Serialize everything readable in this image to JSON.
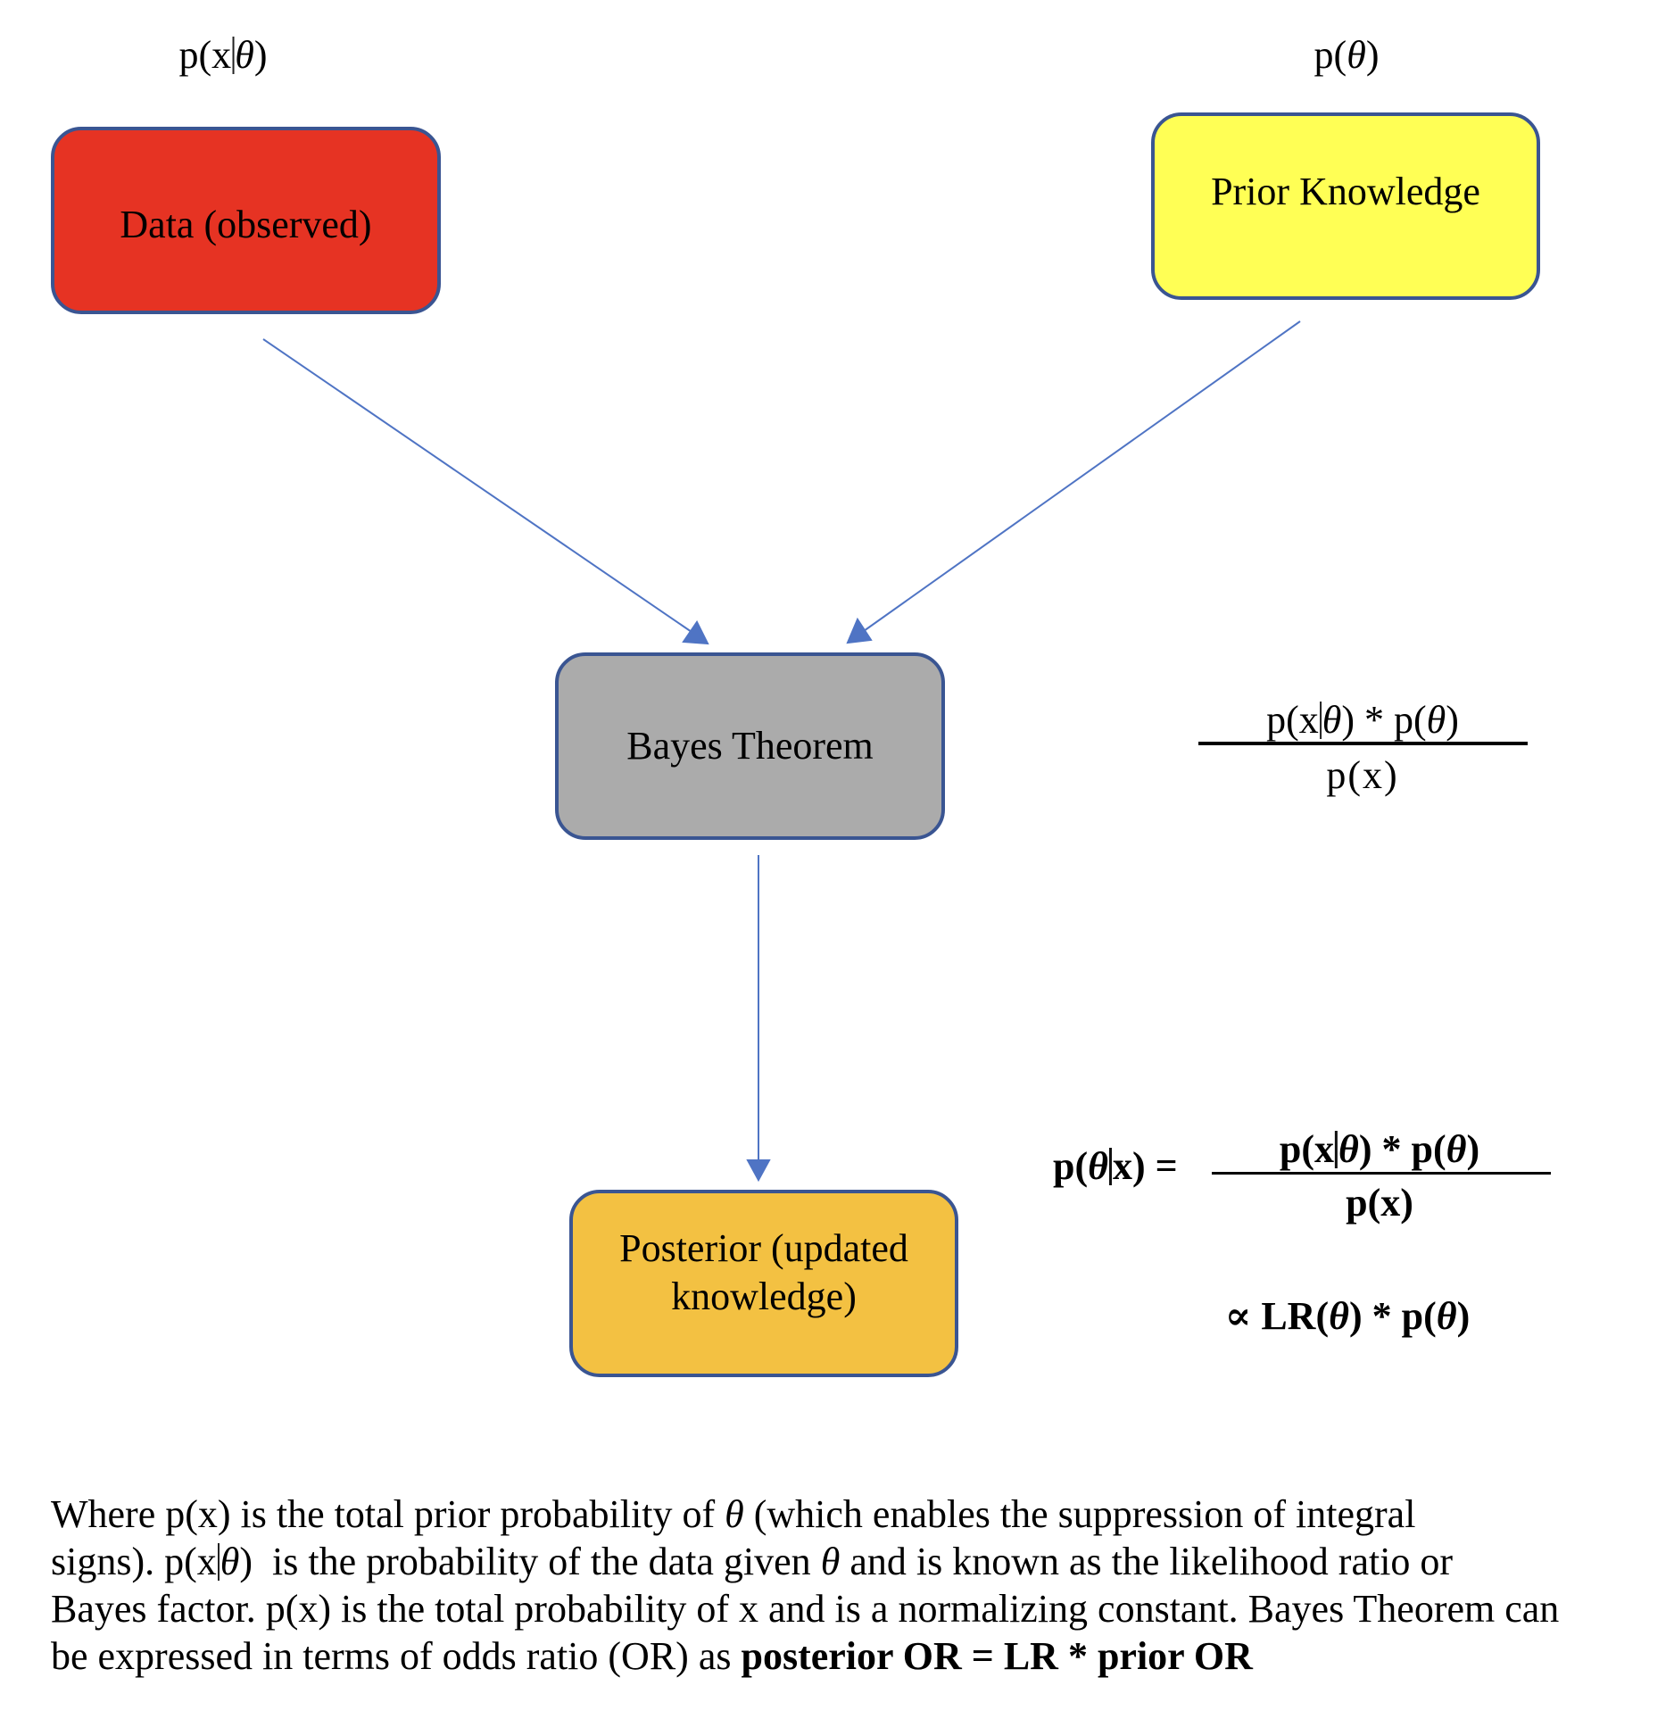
{
  "diagram": {
    "title": "Bayes Theorem flow",
    "top_labels": {
      "likelihood": {
        "p": "p(x",
        "theta": "θ",
        "close": ")"
      },
      "prior": {
        "p": "p(",
        "theta": "θ",
        "close": ")"
      }
    },
    "nodes": {
      "data": {
        "label": "Data (observed)",
        "color": "#e63323"
      },
      "prior": {
        "label": "Prior Knowledge",
        "color": "#ffff55"
      },
      "bayes": {
        "label": "Bayes Theorem",
        "color": "#ababab"
      },
      "posterior": {
        "label_line1": "Posterior (updated",
        "label_line2": "knowledge)",
        "color": "#f3c142"
      }
    },
    "edges": [
      {
        "from": "data",
        "to": "bayes"
      },
      {
        "from": "prior",
        "to": "bayes"
      },
      {
        "from": "bayes",
        "to": "posterior"
      }
    ],
    "edge_color": "#4f74c4",
    "node_border_color": "#3a5592"
  },
  "formula_simple": {
    "numerator": {
      "a": "p(x",
      "theta1": "θ",
      "b": ") * p(",
      "theta2": "θ",
      "c": ")"
    },
    "denominator": "p(x)"
  },
  "formula_full": {
    "lhs": {
      "a": "p(",
      "theta": "θ",
      "b": "x) ="
    },
    "numerator": {
      "a": "p(x",
      "theta1": "θ",
      "b": ") * p(",
      "theta2": "θ",
      "c": ")"
    },
    "denominator": "p(x)",
    "proportional": {
      "a": "∝ LR(",
      "theta1": "θ",
      "b": ") * p(",
      "theta2": "θ",
      "c": ")"
    }
  },
  "explanation": {
    "line1": {
      "a": "Where p(x) is the total prior probability of ",
      "theta": "θ",
      "b": " (which enables the suppression of integral"
    },
    "line2": {
      "a": "signs). p(x",
      "theta1": "θ",
      "b": ")  is the probability of the data given ",
      "theta2": "θ",
      "c": " and is known as the likelihood ratio or"
    },
    "line3": "Bayes factor. p(x) is the total probability of x and is a normalizing constant. Bayes Theorem can",
    "line4": {
      "a": "be expressed in terms of odds ratio (OR) as ",
      "bold": "posterior OR = LR * prior OR"
    }
  }
}
